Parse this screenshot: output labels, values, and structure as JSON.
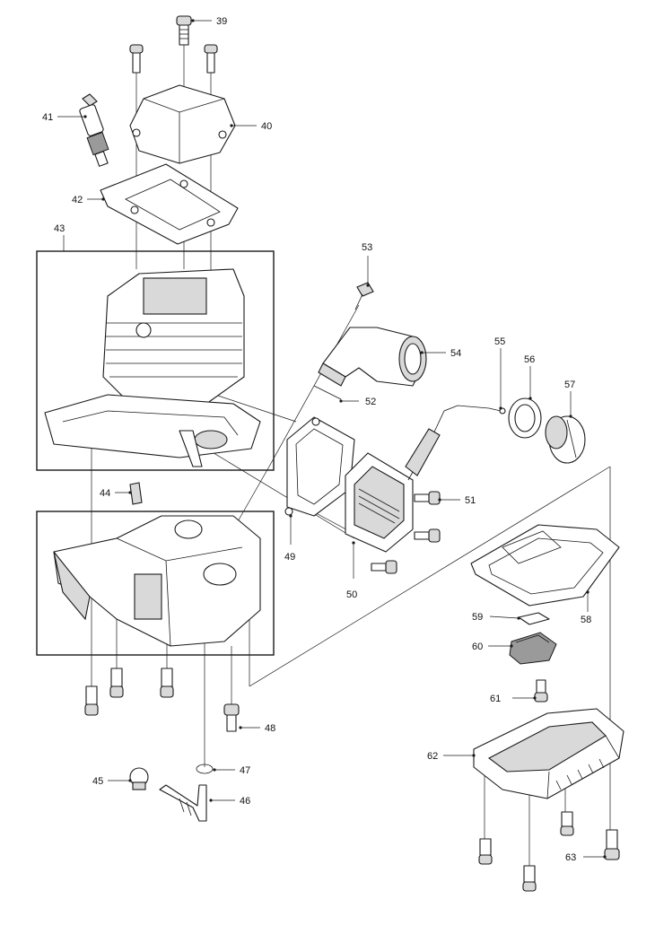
{
  "callouts": {
    "c39": "39",
    "c40": "40",
    "c41": "41",
    "c42": "42",
    "c43": "43",
    "c44": "44",
    "c45": "45",
    "c46": "46",
    "c47": "47",
    "c48": "48",
    "c49": "49",
    "c50": "50",
    "c51": "51",
    "c52": "52",
    "c53": "53",
    "c54": "54",
    "c55": "55",
    "c56": "56",
    "c57": "57",
    "c58": "58",
    "c59": "59",
    "c60": "60",
    "c61": "61",
    "c62": "62",
    "c63": "63"
  }
}
